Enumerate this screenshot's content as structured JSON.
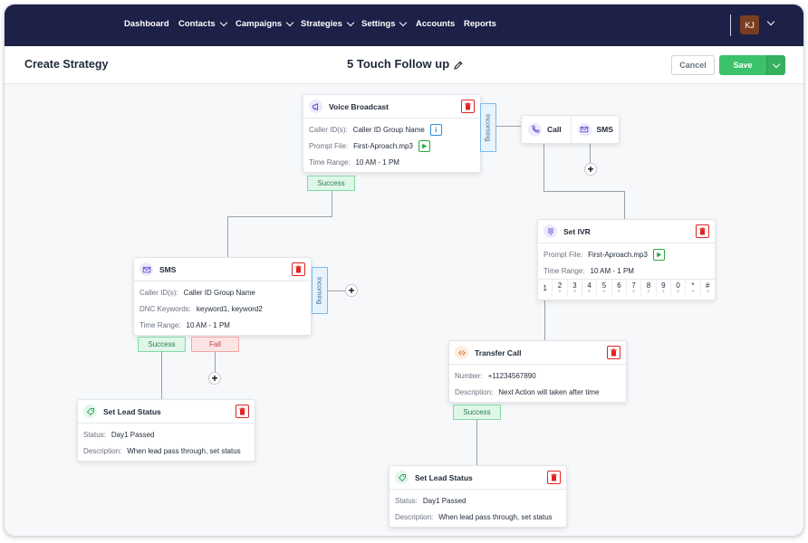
{
  "nav": {
    "items": [
      {
        "label": "Dashboard",
        "dropdown": false
      },
      {
        "label": "Contacts",
        "dropdown": true
      },
      {
        "label": "Campaigns",
        "dropdown": true
      },
      {
        "label": "Strategies",
        "dropdown": true
      },
      {
        "label": "Settings",
        "dropdown": true
      },
      {
        "label": "Accounts",
        "dropdown": false
      },
      {
        "label": "Reports",
        "dropdown": false
      }
    ],
    "avatar_initials": "KJ"
  },
  "header": {
    "title": "Create Strategy",
    "strategy_name": "5 Touch Follow up",
    "cancel_label": "Cancel",
    "save_label": "Save"
  },
  "nodes": {
    "voice_broadcast": {
      "title": "Voice Broadcast",
      "caller_id_label": "Caller ID(s):",
      "caller_id_value": "Caller ID Group Name",
      "prompt_label": "Prompt File:",
      "prompt_value": "First-Aproach.mp3",
      "time_label": "Time Range:",
      "time_value": "10 AM - 1 PM",
      "success_label": "Success",
      "incoming_label": "Incoming"
    },
    "call_sms": {
      "call_label": "Call",
      "sms_label": "SMS"
    },
    "set_ivr": {
      "title": "Set IVR",
      "prompt_label": "Prompt File:",
      "prompt_value": "First-Aproach.mp3",
      "time_label": "Time Range:",
      "time_value": "10 AM - 1 PM",
      "keys": [
        "1",
        "2",
        "3",
        "4",
        "5",
        "6",
        "7",
        "8",
        "9",
        "0",
        "*",
        "#"
      ]
    },
    "sms": {
      "title": "SMS",
      "caller_id_label": "Caller ID(s):",
      "caller_id_value": "Caller ID Group Name",
      "dnc_label": "DNC Keywords:",
      "dnc_value": "keyword1, keyword2",
      "time_label": "Time Range:",
      "time_value": "10 AM - 1 PM",
      "success_label": "Success",
      "fail_label": "Fail",
      "incoming_label": "Incoming"
    },
    "transfer_call": {
      "title": "Transfer Call",
      "number_label": "Number:",
      "number_value": "+11234567890",
      "description_label": "Description:",
      "description_value": "Next Action will taken after time",
      "success_label": "Success"
    },
    "lead_status_left": {
      "title": "Set Lead Status",
      "status_label": "Status:",
      "status_value": "Day1 Passed",
      "description_label": "Description:",
      "description_value": "When lead pass through, set status"
    },
    "lead_status_right": {
      "title": "Set Lead Status",
      "status_label": "Status:",
      "status_value": "Day1 Passed",
      "description_label": "Description:",
      "description_value": "When lead pass through, set status"
    }
  },
  "colors": {
    "nav_bg": "#1d2047",
    "save_green": "#3cc26a",
    "delete_red": "#e02424",
    "success_green": "#dff7e8",
    "fail_red": "#fde4e4",
    "incoming_blue": "#e7f3fd"
  },
  "icons": [
    "pencil-icon",
    "megaphone-icon",
    "phone-icon",
    "envelope-icon",
    "keypad-icon",
    "transfer-icon",
    "tag-icon",
    "trash-icon",
    "info-icon",
    "play-icon",
    "plus-icon",
    "chevron-down-icon"
  ]
}
